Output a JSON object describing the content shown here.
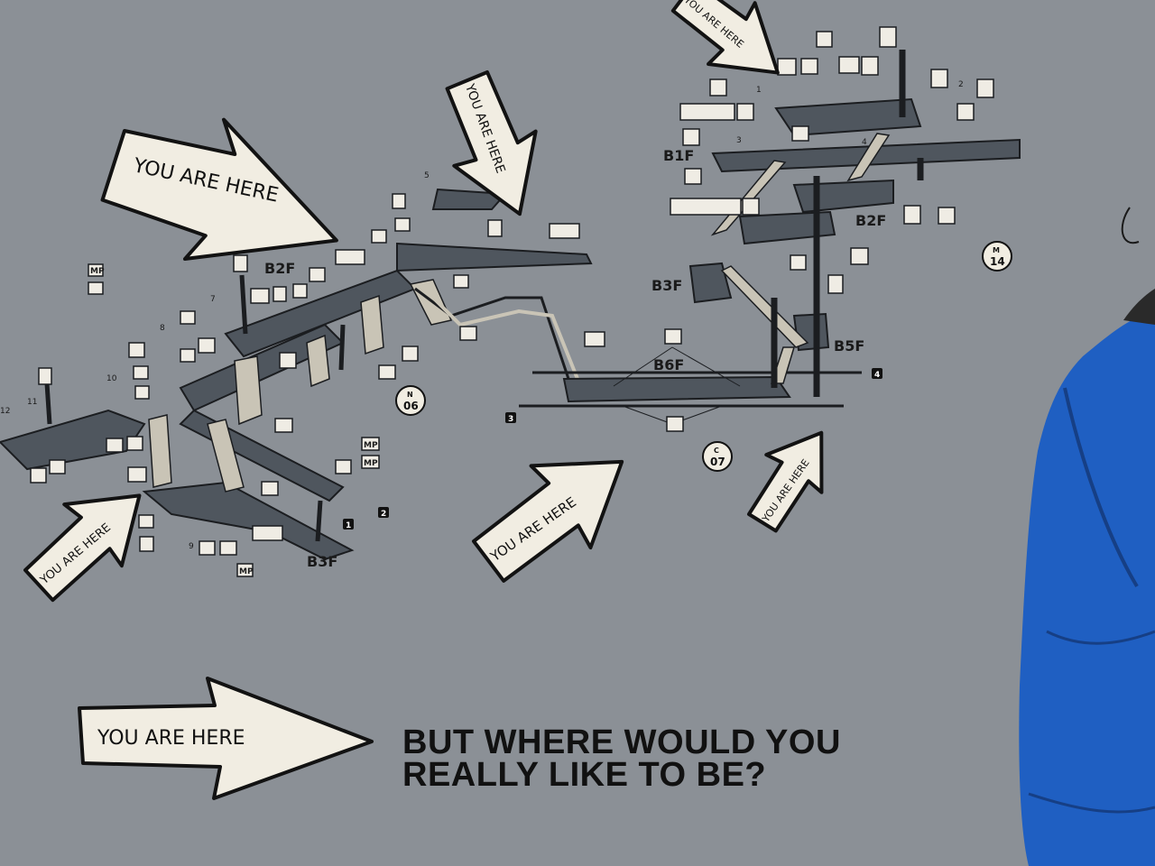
{
  "colors": {
    "wall": "#8b9096",
    "arrow_fill": "#f1ede2",
    "arrow_outline": "#121212",
    "map_line": "#1b1d20",
    "map_fill": "#4f565e",
    "jacket": "#1f5fc2"
  },
  "arrows": [
    {
      "label": "YOU ARE HERE"
    },
    {
      "label": "YOU ARE HERE"
    },
    {
      "label": "YOU ARE HERE"
    },
    {
      "label": "YOU ARE HERE"
    },
    {
      "label": "YOU ARE HERE"
    },
    {
      "label": "YOU ARE HERE"
    },
    {
      "label": "YOU ARE HERE"
    }
  ],
  "map": {
    "floor_labels": [
      "B2F",
      "B3F",
      "B1F",
      "B2F",
      "B3F",
      "B5F",
      "B6F"
    ],
    "station_codes": [
      {
        "line": "N",
        "number": "06"
      },
      {
        "line": "C",
        "number": "07"
      },
      {
        "line": "M",
        "number": "14"
      }
    ],
    "exit_numbers": [
      "1",
      "2",
      "3",
      "4",
      "5",
      "7",
      "8",
      "9",
      "10",
      "11",
      "12"
    ],
    "exit_markers": [
      "1",
      "2",
      "3",
      "4"
    ],
    "sign_text": [
      "MP",
      "MP",
      "MP",
      "MP"
    ]
  },
  "caption": {
    "line1": "BUT WHERE WOULD YOU",
    "line2": "REALLY LIKE TO BE?"
  }
}
